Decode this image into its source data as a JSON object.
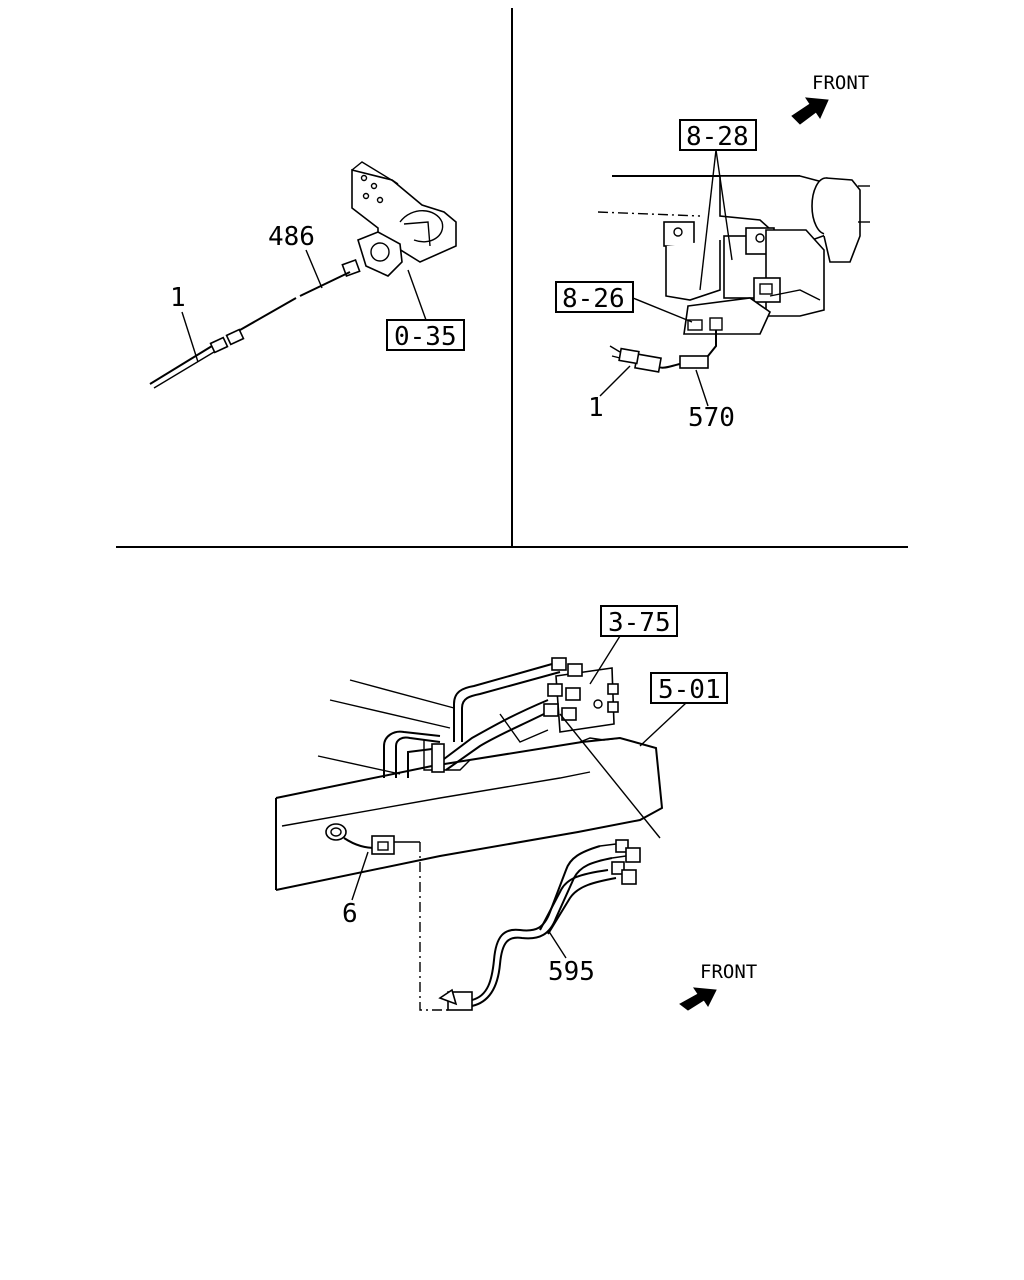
{
  "panels": {
    "top_left": {
      "labels": [
        "486",
        "1"
      ],
      "boxed_refs": [
        "0-35"
      ]
    },
    "top_right": {
      "front": "FRONT",
      "labels": [
        "1",
        "570"
      ],
      "boxed_refs": [
        "8-28",
        "8-26"
      ]
    },
    "bottom": {
      "front": "FRONT",
      "labels": [
        "6",
        "595"
      ],
      "boxed_refs": [
        "3-75",
        "5-01"
      ]
    }
  }
}
